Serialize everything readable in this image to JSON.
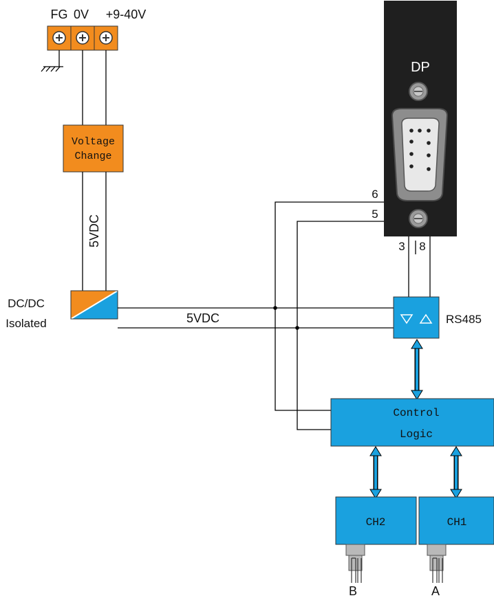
{
  "terminal": {
    "labels": [
      "FG",
      "0V",
      "+9-40V"
    ]
  },
  "voltage_change": {
    "line1": "Voltage",
    "line2": "Change"
  },
  "supply_label_vertical": "5VDC",
  "dcdc": {
    "line1": "DC/DC",
    "line2": "Isolated"
  },
  "supply_label_horizontal": "5VDC",
  "dp_connector": {
    "title": "DP",
    "pin_a": "6",
    "pin_b": "5",
    "pin_c": "3",
    "pin_d": "8"
  },
  "rs485": {
    "label": "RS485"
  },
  "control_logic": {
    "line1": "Control",
    "line2": "Logic"
  },
  "channels": [
    {
      "label": "CH2",
      "port": "B"
    },
    {
      "label": "CH1",
      "port": "A"
    }
  ],
  "colors": {
    "orange": "#f28c1e",
    "blue": "#1aa1df",
    "dark_panel": "#1f1f1f",
    "line": "#000000"
  }
}
